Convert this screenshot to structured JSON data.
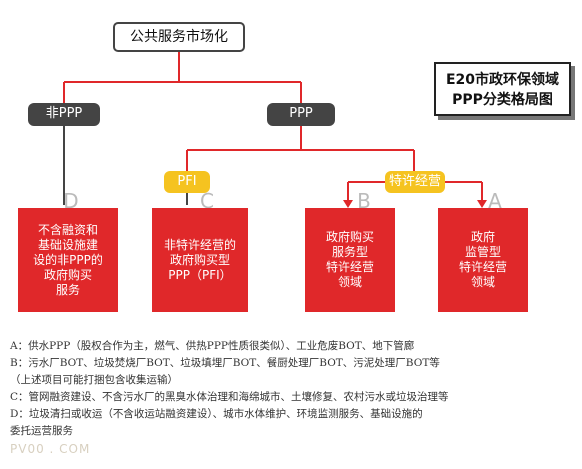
{
  "diagram": {
    "root_label": "公共服务市场化",
    "title_lines": [
      "E20市政环保领域",
      "PPP分类格局图"
    ],
    "level1": [
      "非PPP",
      "PPP"
    ],
    "level2": [
      "PFI",
      "特许经营"
    ],
    "boxes": [
      {
        "letter": "D",
        "text": "不含融资和\n基础设施建\n设的非PPP的\n政府购买\n服务"
      },
      {
        "letter": "C",
        "text": "非特许经营的\n政府购买型\nPPP（PFI）"
      },
      {
        "letter": "B",
        "text": "政府购买\n服务型\n特许经营\n领域"
      },
      {
        "letter": "A",
        "text": "政府\n监管型\n特许经营\n领域"
      }
    ]
  },
  "notes": [
    "A：供水PPP（股权合作为主，燃气、供热PPP性质很类似）、工业危废BOT、地下管廊",
    "B：污水厂BOT、垃圾焚烧厂BOT、垃圾填埋厂BOT、餐厨处理厂BOT、污泥处理厂BOT等",
    "（上述项目可能打捆包含收集运输）",
    "C：管网融资建设、不含污水厂的黑臭水体治理和海绵城市、土壤修复、农村污水或垃圾治理等",
    "D：垃圾清扫或收运（不含收运站融资建设）、城市水体维护、环境监测服务、基础设施的",
    "委托运营服务"
  ],
  "watermark": "PV00 . COM",
  "colors": {
    "red": "#e0282a",
    "yellow": "#f5c320",
    "dark": "#444444"
  }
}
